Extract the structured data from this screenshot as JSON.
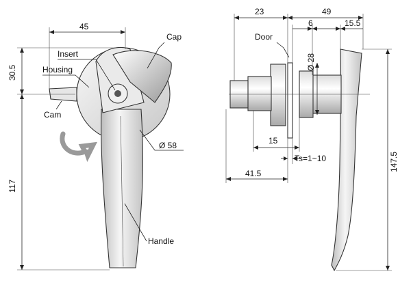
{
  "dimensions": {
    "left_width": "45",
    "left_top_height": "30.5",
    "left_height": "117",
    "left_diameter": "Ø 58",
    "right_top_23": "23",
    "right_top_49": "49",
    "right_6": "6",
    "right_15_5": "15.5",
    "right_diameter": "Ø 28",
    "right_15": "15",
    "right_41_5": "41.5",
    "right_height": "147.5",
    "thickness": "Ts=1~10"
  },
  "labels": {
    "cap": "Cap",
    "insert": "Insert",
    "housing": "Housing",
    "cam": "Cam",
    "handle": "Handle",
    "door": "Door"
  },
  "colors": {
    "metal_light": "#f2f2f2",
    "metal_mid": "#cfcfcf",
    "metal_dark": "#8a8a8a",
    "line": "#222222"
  }
}
